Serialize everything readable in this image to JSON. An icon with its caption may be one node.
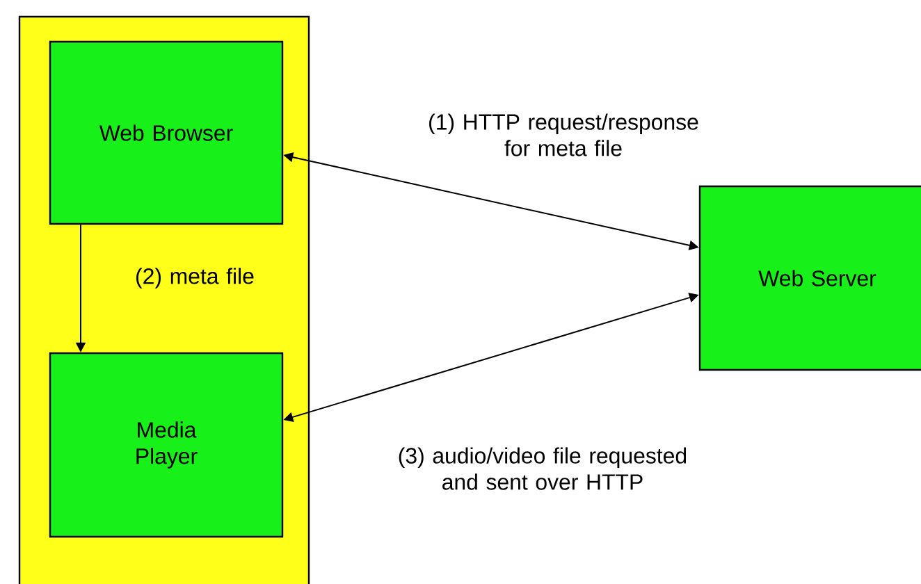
{
  "diagram": {
    "nodes": [
      {
        "text": [],
        "shape": "box"
      },
      {
        "text": [
          "Web Browser"
        ],
        "in": 0
      },
      {
        "text": [
          "Media Player"
        ],
        "in": 0
      },
      {
        "text": [
          "Web Server"
        ]
      }
    ],
    "edges": [
      {
        "from": 1,
        "to": 3,
        "arrow": "both",
        "label": "(1) HTTP request/response for meta file"
      },
      {
        "from": 1,
        "to": 2,
        "arrow": "to",
        "label": "(2) meta file"
      },
      {
        "from": 2,
        "to": 3,
        "arrow": "both",
        "label": "(3) audio/video file requested and sent over HTTP"
      }
    ]
  }
}
